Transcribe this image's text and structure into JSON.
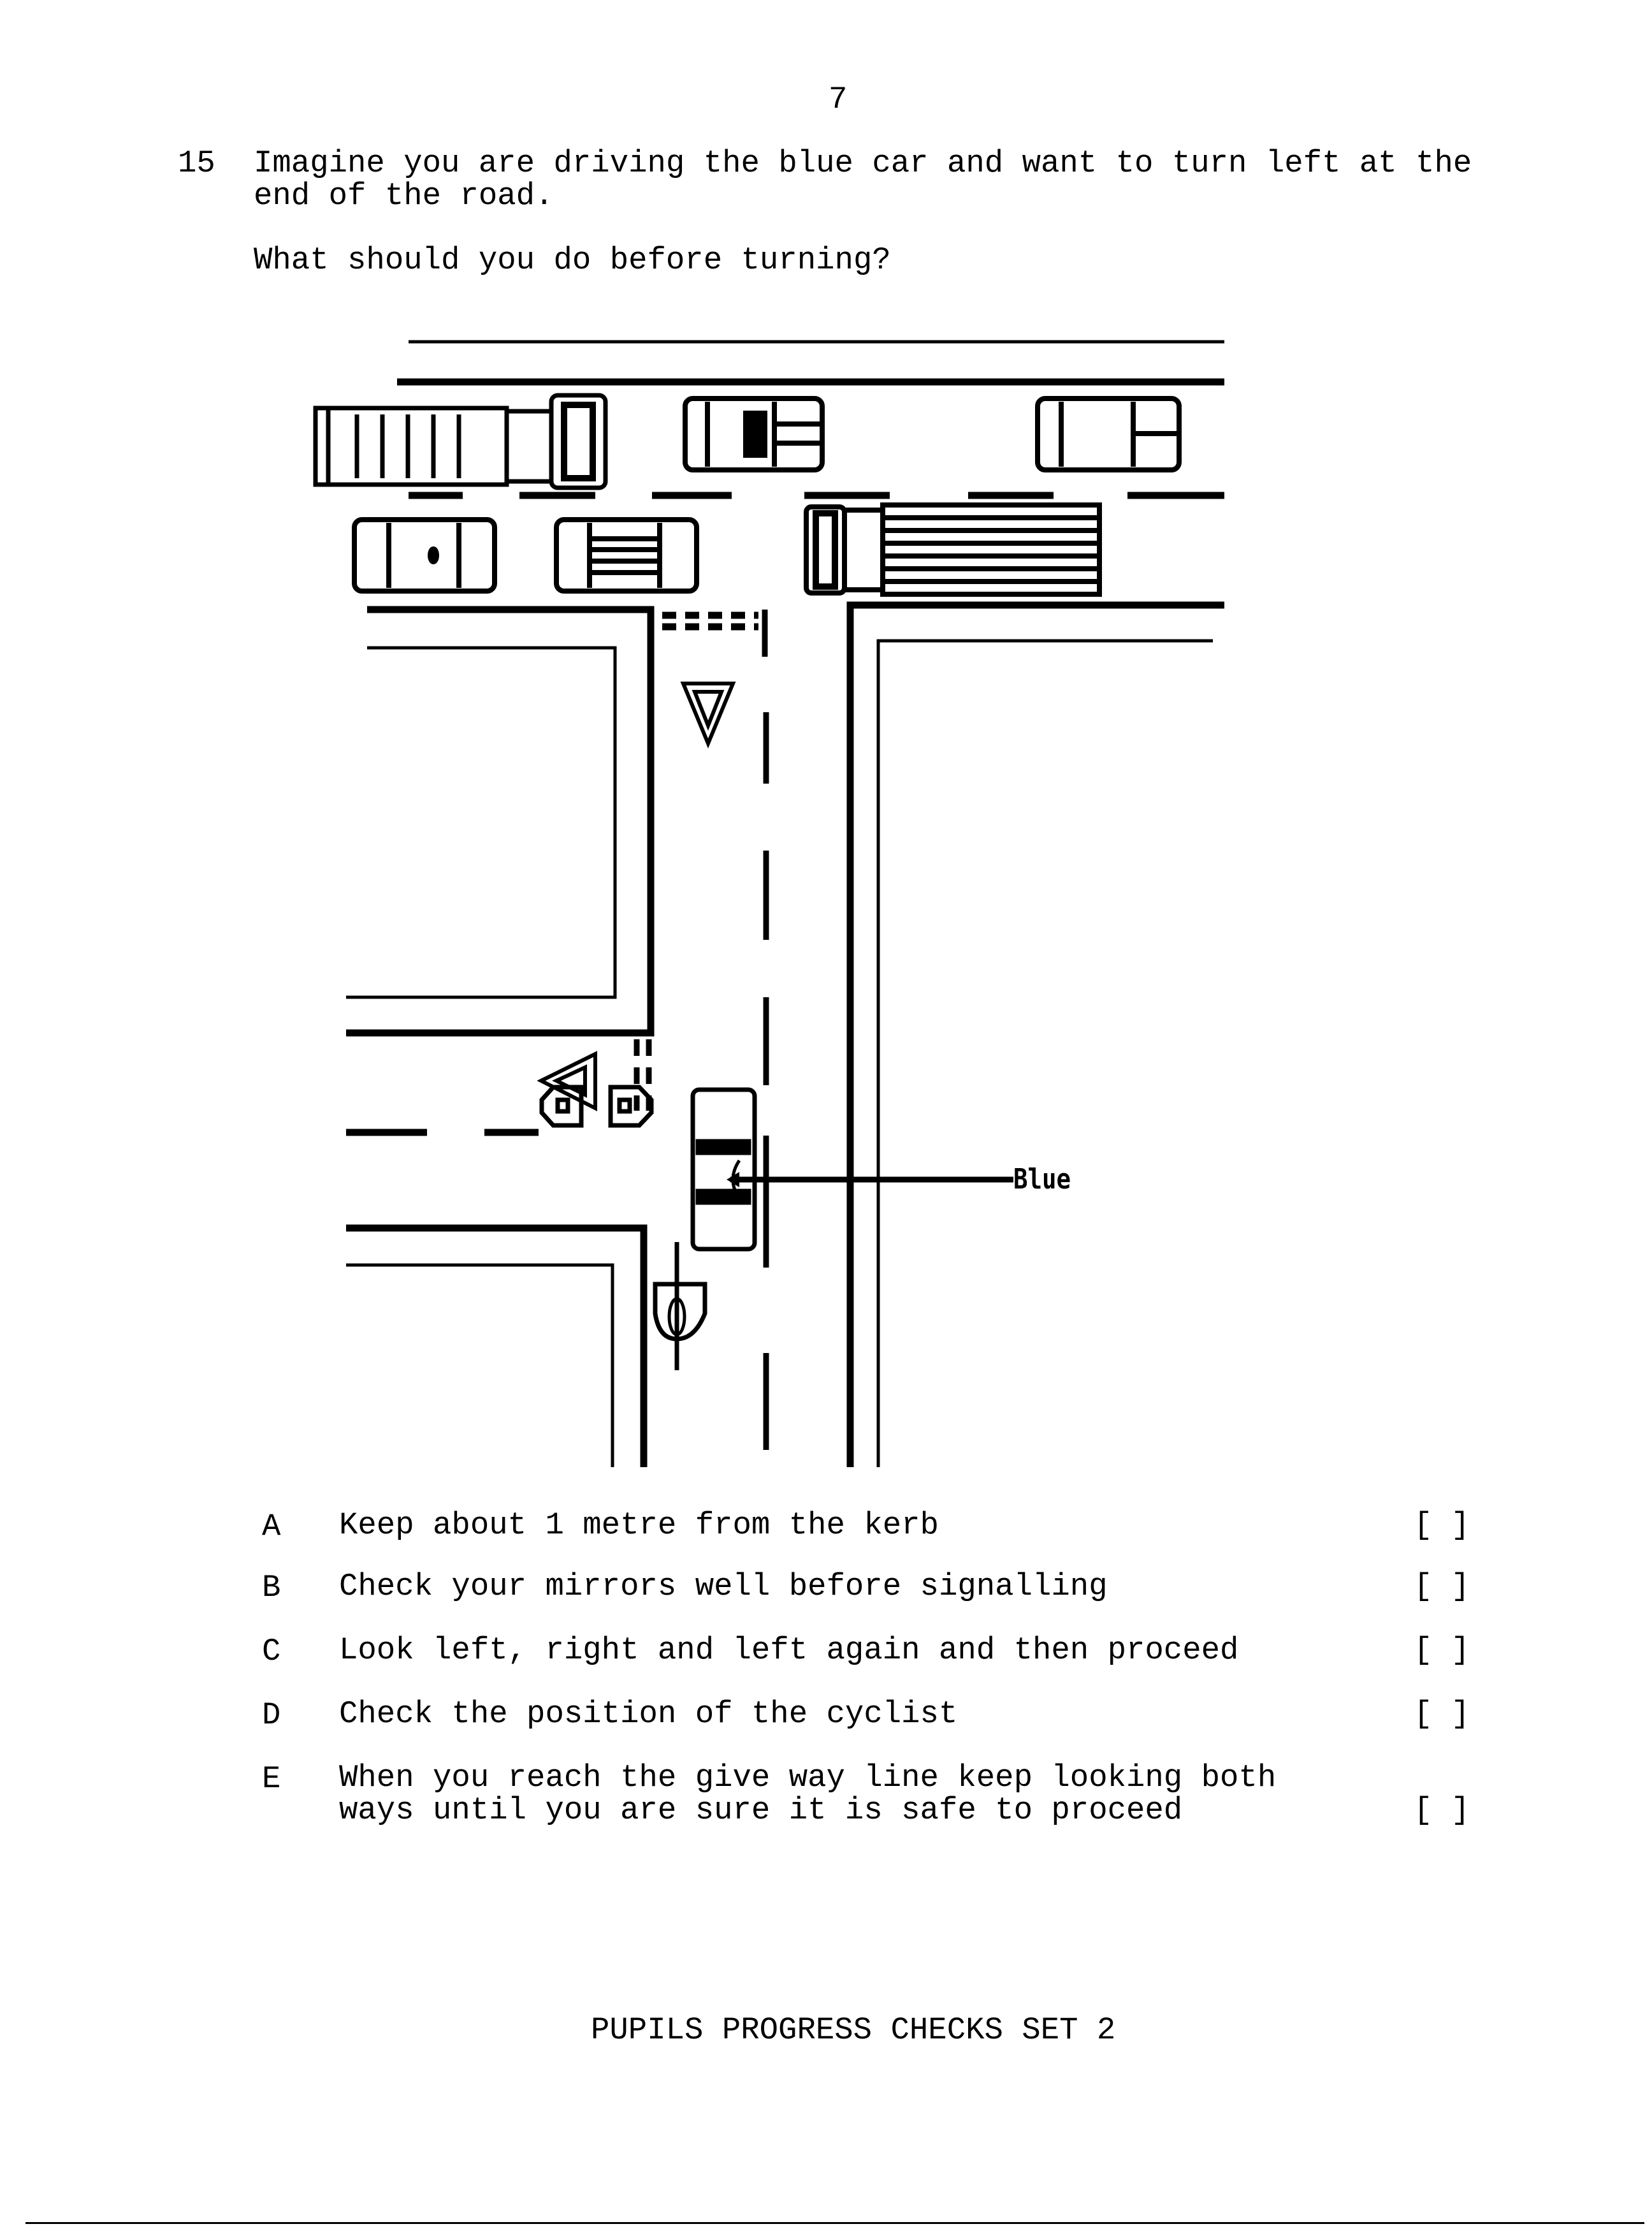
{
  "page_number": "7",
  "question": {
    "number": "15",
    "lines": [
      "Imagine you are driving the blue car and want to turn left at the",
      "end of the road."
    ],
    "prompt": "What should you do before turning?"
  },
  "diagram": {
    "label": "Blue"
  },
  "options": [
    {
      "letter": "A",
      "lines": [
        "Keep about 1 metre from the kerb"
      ],
      "checkbox": "[ ]"
    },
    {
      "letter": "B",
      "lines": [
        "Check your mirrors well before signalling"
      ],
      "checkbox": "[ ]"
    },
    {
      "letter": "C",
      "lines": [
        "Look left, right and left again and then proceed"
      ],
      "checkbox": "[ ]"
    },
    {
      "letter": "D",
      "lines": [
        "Check the position of the cyclist"
      ],
      "checkbox": "[ ]"
    },
    {
      "letter": "E",
      "lines": [
        "When you reach the give way line keep looking both",
        "ways until you are sure it is safe to proceed"
      ],
      "checkbox": "[ ]"
    }
  ],
  "footer": "PUPILS PROGRESS CHECKS SET 2"
}
